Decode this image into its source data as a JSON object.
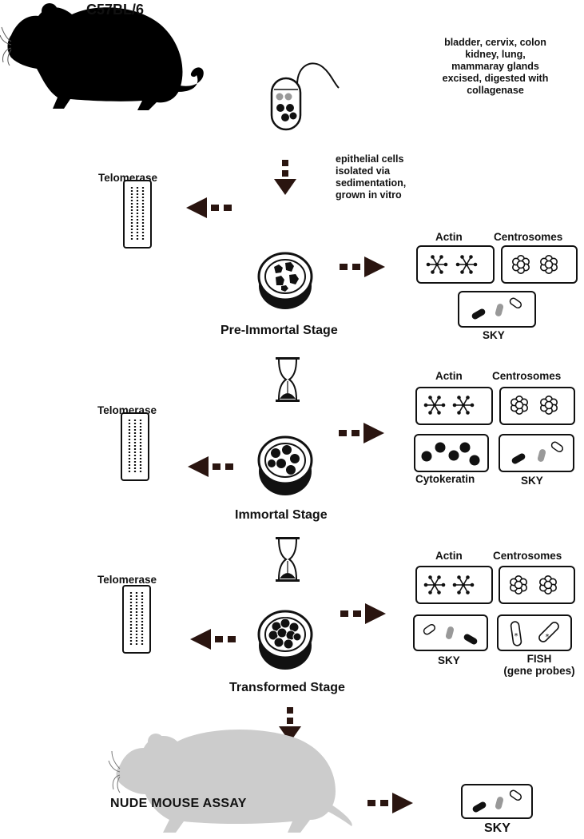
{
  "strain_label": "C57BL/6",
  "tissue_note": [
    "bladder, cervix, colon",
    "kidney, lung,",
    "mammaray glands",
    "excised, digested with",
    "collagenase"
  ],
  "isolation_note": [
    "epithelial cells",
    "isolated via",
    "sedimentation,",
    "grown in vitro"
  ],
  "telomerase_label": "Telomerase",
  "stages": {
    "pre_immortal": "Pre-Immortal Stage",
    "immortal": "Immortal Stage",
    "transformed": "Transformed Stage"
  },
  "assays": {
    "actin": "Actin",
    "centrosomes": "Centrosomes",
    "sky": "SKY",
    "cytokeratin": "Cytokeratin",
    "fish": "FISH",
    "fish_sub": "(gene probes)"
  },
  "nude_mouse_label": "NUDE MOUSE ASSAY",
  "colors": {
    "ink": "#111111",
    "arrow": "#2a1510",
    "grey_mouse": "#cccccc",
    "grey_chromosome": "#9a9a9a"
  }
}
